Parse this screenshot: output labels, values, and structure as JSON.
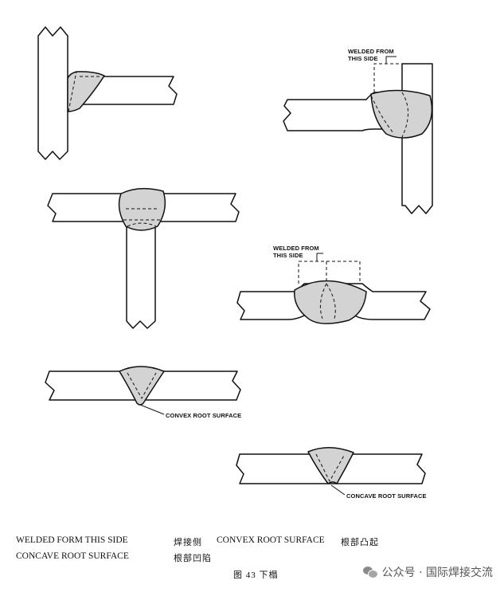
{
  "diagram_labels": {
    "welded_from_1": [
      "WELDED FROM",
      "THIS SIDE"
    ],
    "welded_from_2": [
      "WELDED FROM",
      "THIS SIDE"
    ],
    "convex": "CONVEX ROOT SURFACE",
    "concave": "CONCAVE ROOT SURFACE"
  },
  "legend": {
    "row1_en1": "WELDED FORM THIS SIDE",
    "row1_cn1": "焊接侧",
    "row1_en2": "CONVEX ROOT SURFACE",
    "row1_cn2": "根部凸起",
    "row2_en1": "CONCAVE ROOT SURFACE",
    "row2_cn1": "根部凹陷"
  },
  "caption": "图 43 下榻",
  "watermark": {
    "text": "公众号 · 国际焊接交流",
    "icon": "wechat-icon"
  },
  "colors": {
    "weld_fill": "#d3d3d3",
    "stroke": "#111111"
  }
}
